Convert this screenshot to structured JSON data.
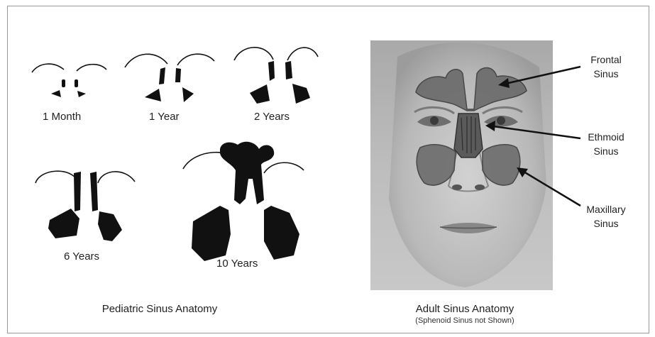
{
  "pediatric": {
    "stages": [
      {
        "label": "1 Month"
      },
      {
        "label": "1 Year"
      },
      {
        "label": "2 Years"
      },
      {
        "label": "6 Years"
      },
      {
        "label": "10 Years"
      }
    ],
    "caption": "Pediatric Sinus Anatomy"
  },
  "adult": {
    "labels": {
      "frontal": [
        "Frontal",
        "Sinus"
      ],
      "ethmoid": [
        "Ethmoid",
        "Sinus"
      ],
      "maxillary": [
        "Maxillary",
        "Sinus"
      ]
    },
    "caption": "Adult Sinus Anatomy",
    "note": "(Sphenoid Sinus not Shown)"
  }
}
